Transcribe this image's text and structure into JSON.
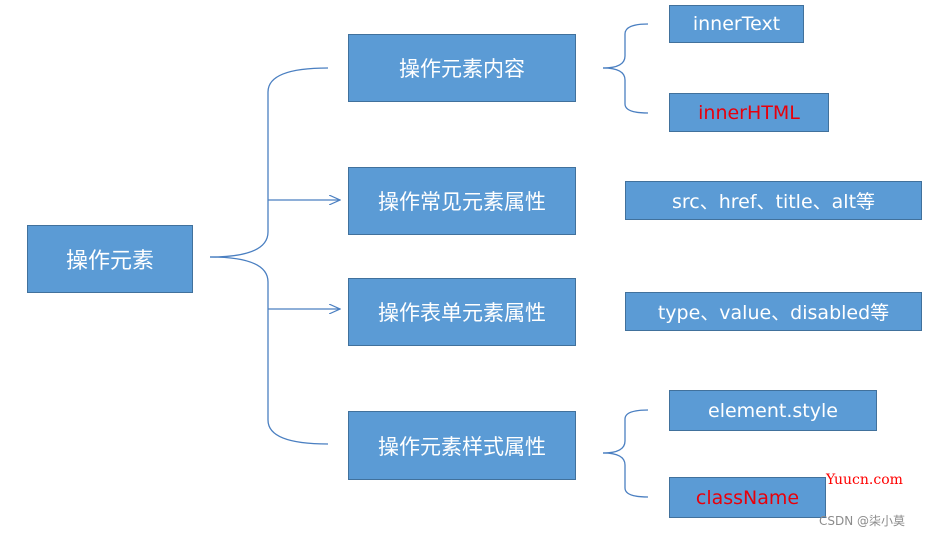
{
  "diagram": {
    "root": {
      "label": "操作元素"
    },
    "branches": [
      {
        "label": "操作元素内容",
        "children": [
          {
            "label": "innerText",
            "color": "#ffffff"
          },
          {
            "label": "innerHTML",
            "color": "#e8000b"
          }
        ]
      },
      {
        "label": "操作常见元素属性",
        "children": [
          {
            "label": "src、href、title、alt等",
            "color": "#ffffff"
          }
        ]
      },
      {
        "label": "操作表单元素属性",
        "children": [
          {
            "label": "type、value、disabled等",
            "color": "#ffffff"
          }
        ]
      },
      {
        "label": "操作元素样式属性",
        "children": [
          {
            "label": "element.style",
            "color": "#ffffff"
          },
          {
            "label": "className",
            "color": "#e8000b"
          }
        ]
      }
    ]
  },
  "watermarks": {
    "site": "Yuucn.com",
    "credit": "CSDN @柒小莫"
  },
  "colors": {
    "box_fill": "#5b9bd5",
    "box_border": "#41719c",
    "connector": "#4a7fc1",
    "highlight_text": "#e8000b"
  }
}
